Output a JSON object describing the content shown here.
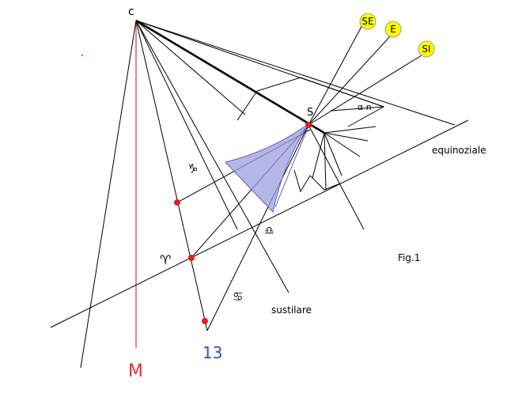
{
  "figure": {
    "center_label": "c",
    "style_foot_label": "S",
    "angle_label": "α n",
    "equinoctial_label": "equinoziale",
    "substyle_label": "sustilare",
    "meridian_label": "M",
    "hour_label": "13",
    "figure_number": "Fig.1",
    "capricorn_symbol": "♑",
    "aries_symbol": "♈",
    "libra_symbol": "♎",
    "cancer_symbol": "♋",
    "badge_se": "SE",
    "badge_e": "E",
    "badge_si": "SI",
    "colors": {
      "line": "#000000",
      "meridian": "#e03030",
      "point": "#e02020",
      "hour_label": "#3050c0",
      "shadow_fill": "#9d9de0",
      "shadow_stroke": "#6060c0",
      "badge_fill": "#ffff00"
    }
  }
}
